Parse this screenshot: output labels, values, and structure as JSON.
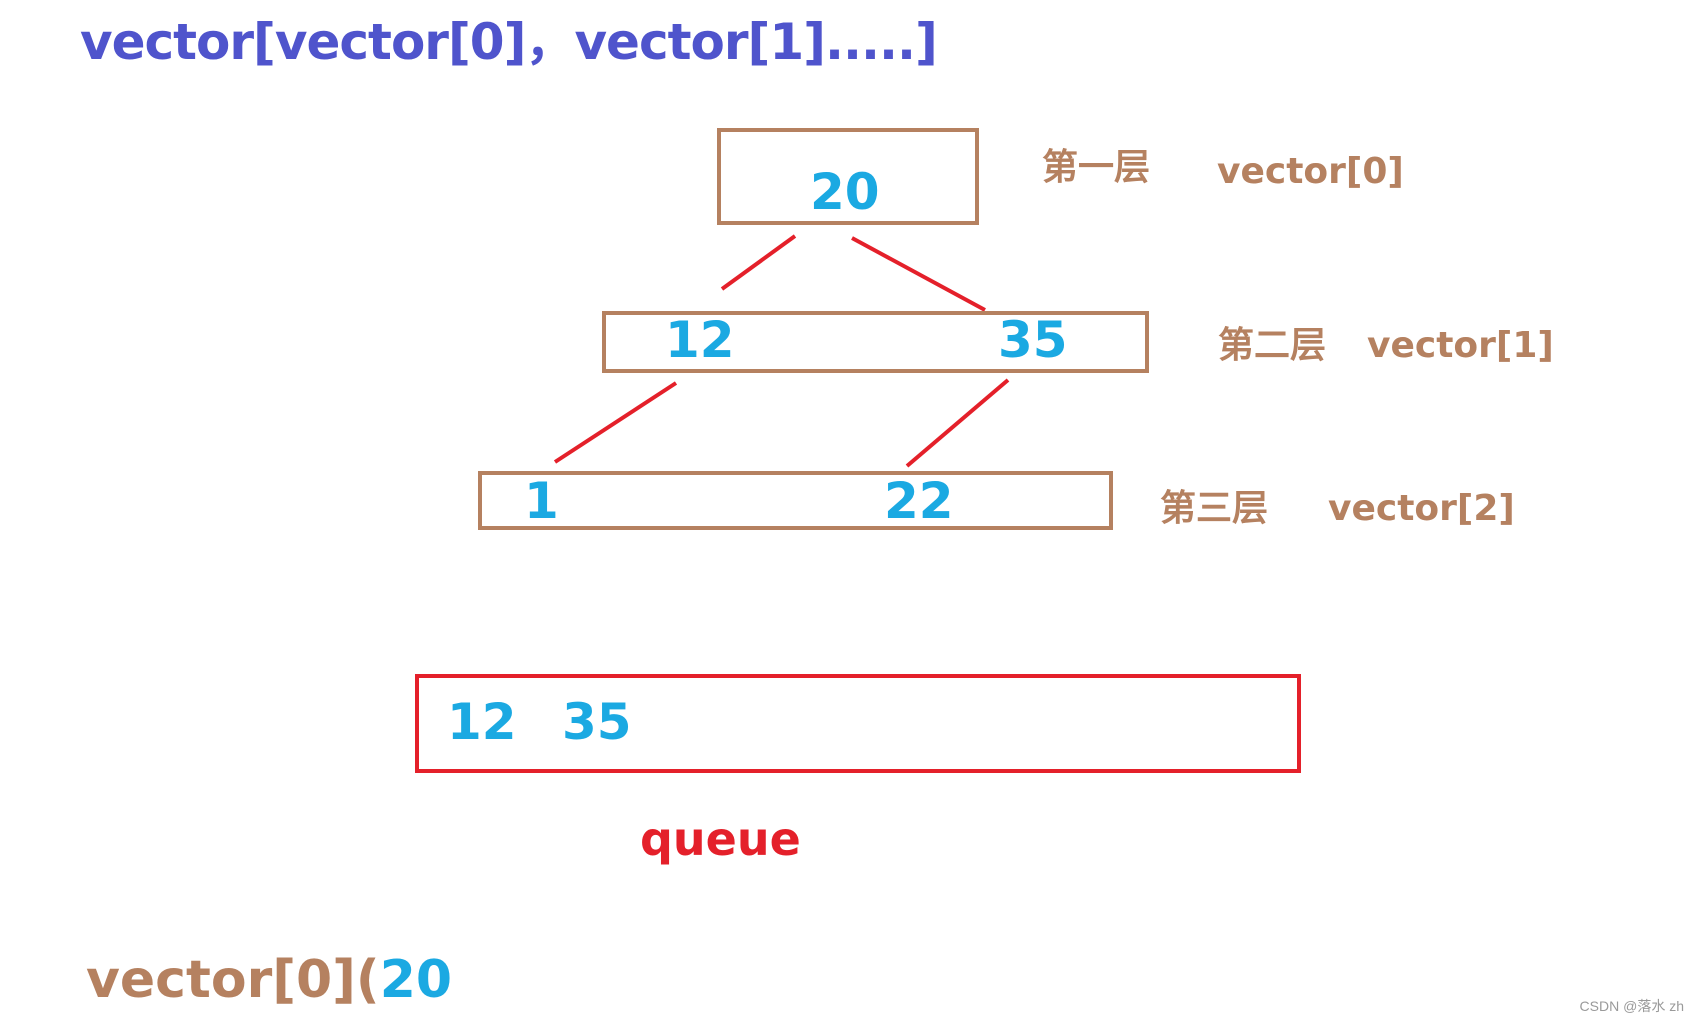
{
  "title": "vector[vector[0]，vector[1].....]",
  "tree": {
    "level1": {
      "values": [
        "20"
      ],
      "level_label": "第一层",
      "vector_label": "vector[0]"
    },
    "level2": {
      "values": [
        "12",
        "35"
      ],
      "level_label": "第二层",
      "vector_label": "vector[1]"
    },
    "level3": {
      "values": [
        "1",
        "22"
      ],
      "level_label": "第三层",
      "vector_label": "vector[2]"
    }
  },
  "queue": {
    "values": [
      "12",
      "35"
    ],
    "label": "queue"
  },
  "bottom": {
    "prefix": "vector[0](",
    "value": "20"
  },
  "watermark": "CSDN @落水 zh",
  "colors": {
    "title": "#4f54cc",
    "box_border": "#b58160",
    "number": "#1ba9e2",
    "edge": "#e4202a",
    "queue_border": "#e4202a"
  }
}
